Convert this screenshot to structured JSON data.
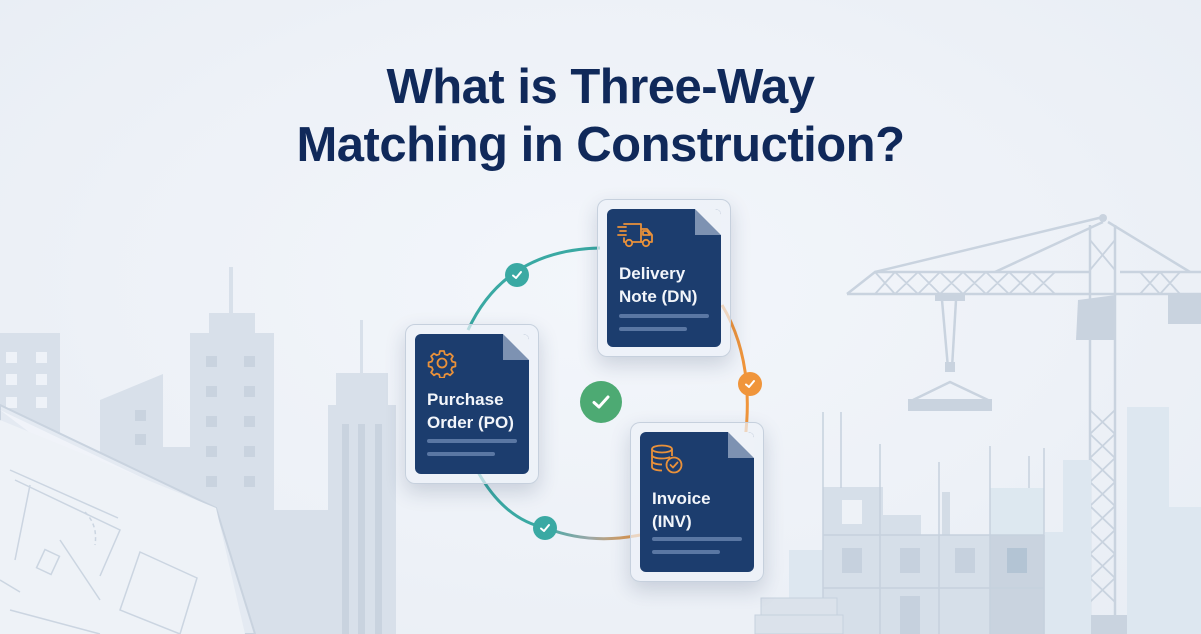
{
  "title": {
    "line1": "What is Three-Way",
    "line2": "Matching in Construction?"
  },
  "colors": {
    "title": "#10295a",
    "card_bg": "#1c3d6e",
    "icon_orange": "#e9913a",
    "teal": "#3aa9a3",
    "orange": "#f0953b",
    "green": "#4daa73",
    "background": "#eef2f8"
  },
  "documents": [
    {
      "id": "po",
      "line1": "Purchase",
      "line2": "Order (PO)",
      "icon": "gear-icon"
    },
    {
      "id": "dn",
      "line1": "Delivery",
      "line2": "Note (DN)",
      "icon": "delivery-truck-icon"
    },
    {
      "id": "inv",
      "line1": "Invoice",
      "line2": "(INV)",
      "icon": "coins-check-icon"
    }
  ],
  "connections": [
    {
      "from": "po",
      "to": "dn",
      "status": "matched",
      "color": "teal"
    },
    {
      "from": "dn",
      "to": "inv",
      "status": "matched",
      "color": "orange"
    },
    {
      "from": "inv",
      "to": "po",
      "status": "matched",
      "color": "teal"
    }
  ],
  "center_status": "matched",
  "background_scene": [
    "city-skyline",
    "blueprint",
    "tower-crane",
    "building-under-construction"
  ]
}
